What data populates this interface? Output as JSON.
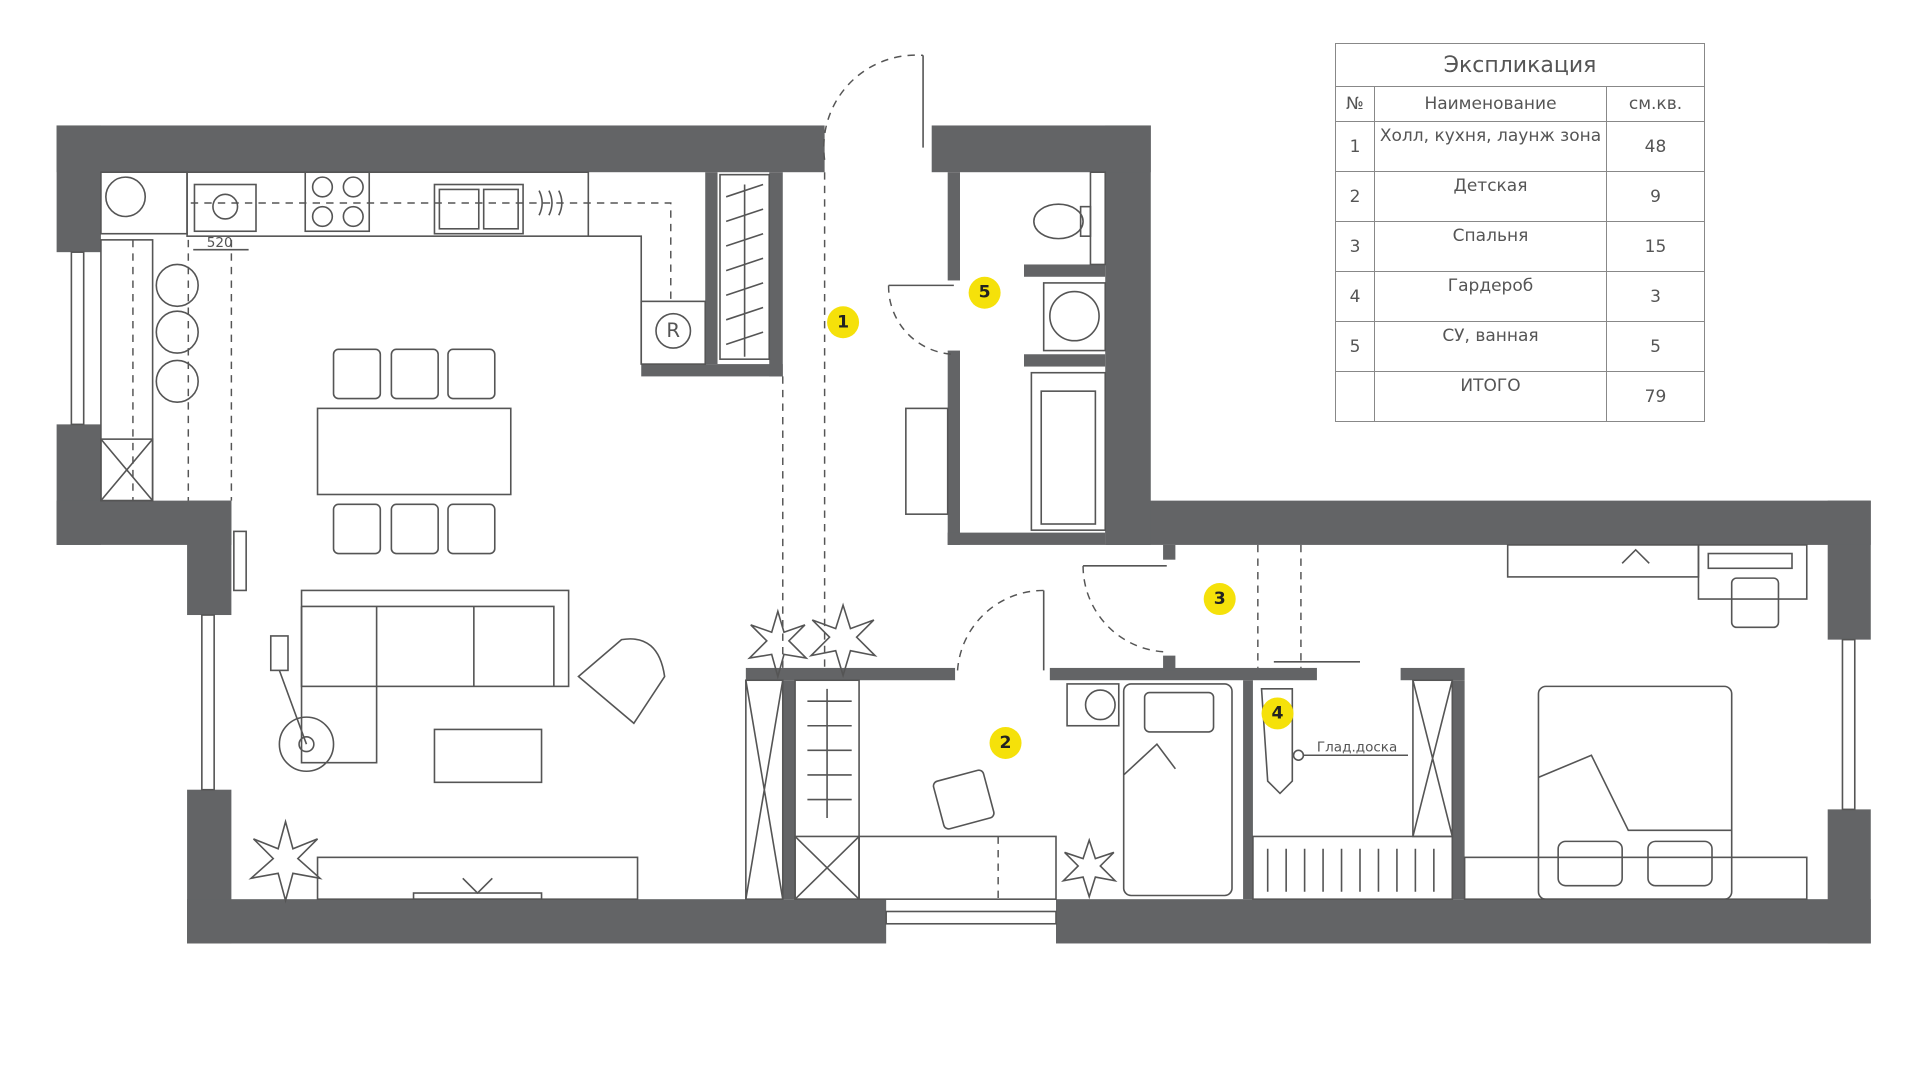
{
  "explication": {
    "title": "Экспликация",
    "headers": {
      "num": "№",
      "name": "Наименование",
      "area": "см.кв."
    },
    "rows": [
      {
        "num": "1",
        "name": "Холл, кухня, лаунж зона",
        "area": "48"
      },
      {
        "num": "2",
        "name": "Детская",
        "area": "9"
      },
      {
        "num": "3",
        "name": "Спальня",
        "area": "15"
      },
      {
        "num": "4",
        "name": "Гардероб",
        "area": "3"
      },
      {
        "num": "5",
        "name": "СУ, ванная",
        "area": "5"
      },
      {
        "num": "",
        "name": "ИТОГО",
        "area": "79"
      }
    ]
  },
  "plan": {
    "room_markers": [
      "1",
      "2",
      "3",
      "4",
      "5"
    ],
    "dimension_label": "520",
    "ironing_board_label": "Глад.доска",
    "fridge_label": "R",
    "colors": {
      "wall": "#636466",
      "marker": "#f5e10a"
    }
  }
}
